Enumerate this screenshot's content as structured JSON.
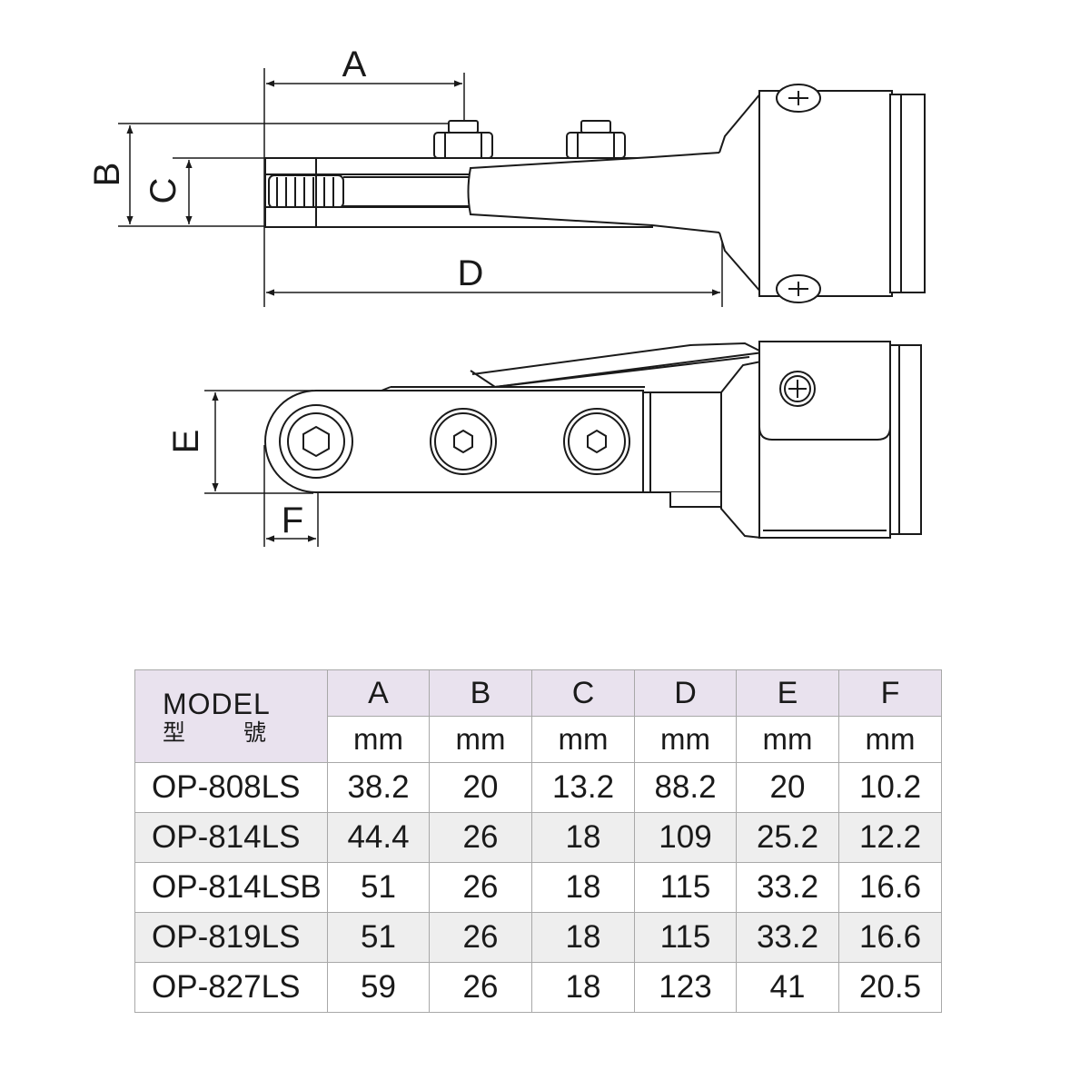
{
  "diagram": {
    "labels": {
      "A": "A",
      "B": "B",
      "C": "C",
      "D": "D",
      "E": "E",
      "F": "F"
    }
  },
  "table": {
    "model_header": {
      "en": "MODEL",
      "zh_1": "型",
      "zh_2": "號"
    },
    "columns": [
      "A",
      "B",
      "C",
      "D",
      "E",
      "F"
    ],
    "units": [
      "mm",
      "mm",
      "mm",
      "mm",
      "mm",
      "mm"
    ],
    "rows": [
      {
        "model": "OP-808LS",
        "values": [
          "38.2",
          "20",
          "13.2",
          "88.2",
          "20",
          "10.2"
        ]
      },
      {
        "model": "OP-814LS",
        "values": [
          "44.4",
          "26",
          "18",
          "109",
          "25.2",
          "12.2"
        ]
      },
      {
        "model": "OP-814LSB",
        "values": [
          "51",
          "26",
          "18",
          "115",
          "33.2",
          "16.6"
        ]
      },
      {
        "model": "OP-819LS",
        "values": [
          "51",
          "26",
          "18",
          "115",
          "33.2",
          "16.6"
        ]
      },
      {
        "model": "OP-827LS",
        "values": [
          "59",
          "26",
          "18",
          "123",
          "41",
          "20.5"
        ]
      }
    ]
  }
}
